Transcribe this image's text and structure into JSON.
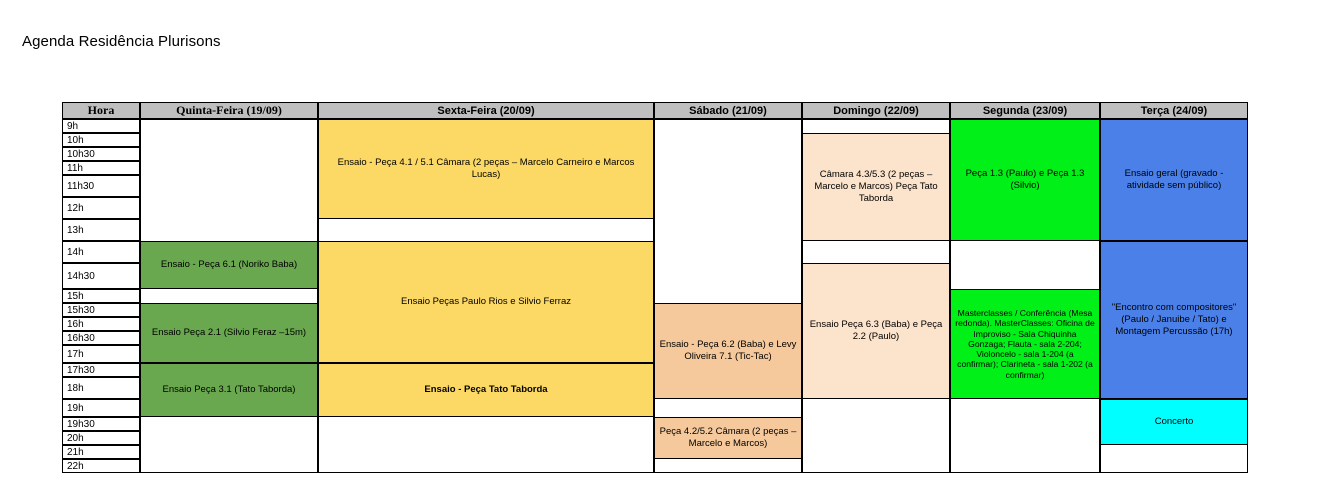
{
  "page": {
    "title": "Agenda Residência Plurisons"
  },
  "table": {
    "hour_header": "Hora",
    "columns": [
      {
        "label": "Quinta-Feira (19/09)",
        "key": "quinta"
      },
      {
        "label": "Sexta-Feira (20/09)",
        "key": "sexta"
      },
      {
        "label": "Sábado (21/09)",
        "key": "sabado"
      },
      {
        "label": "Domingo (22/09)",
        "key": "domingo"
      },
      {
        "label": "Segunda (23/09)",
        "key": "segunda"
      },
      {
        "label": "Terça (24/09)",
        "key": "terca"
      }
    ],
    "hours": [
      "9h",
      "10h",
      "10h30",
      "11h",
      "11h30",
      "12h",
      "13h",
      "14h",
      "14h30",
      "15h",
      "15h30",
      "16h",
      "16h30",
      "17h",
      "17h30",
      "18h",
      "19h",
      "19h30",
      "20h",
      "21h",
      "22h"
    ],
    "events": [
      {
        "column": "quinta",
        "text": "Ensaio - Peça 6.1 (Noriko Baba)",
        "start_hour": "14h",
        "end_hour": "14h30",
        "color": "#6AA84F"
      },
      {
        "column": "quinta",
        "text": "Ensaio Peça 2.1 (Silvio Feraz –15m)",
        "start_hour": "15h30",
        "end_hour": "17h",
        "color": "#6AA84F"
      },
      {
        "column": "quinta",
        "text": "Ensaio Peça 3.1 (Tato Taborda)",
        "start_hour": "17h30",
        "end_hour": "19h",
        "color": "#6AA84F"
      },
      {
        "column": "sexta",
        "text": "Ensaio - Peça 4.1 / 5.1 Câmara (2 peças – Marcelo Carneiro e Marcos Lucas)",
        "start_hour": "9h",
        "end_hour": "12h",
        "color": "#FCD965"
      },
      {
        "column": "sexta",
        "text": "Ensaio Peças Paulo Rios e Silvio Ferraz",
        "start_hour": "14h",
        "end_hour": "17h",
        "color": "#FCD965"
      },
      {
        "column": "sexta",
        "text": "Ensaio - Peça Tato Taborda",
        "start_hour": "17h30",
        "end_hour": "19h",
        "color": "#FCD965",
        "bold": true
      },
      {
        "column": "sabado",
        "text": "Ensaio - Peça 6.2 (Baba) e Levy Oliveira 7.1 (Tic-Tac)",
        "start_hour": "15h30",
        "end_hour": "18h",
        "color": "#F5C99B"
      },
      {
        "column": "sabado",
        "text": "Peça 4.2/5.2 Câmara (2 peças – Marcelo e Marcos)",
        "start_hour": "19h30",
        "end_hour": "21h",
        "color": "#F5C99B"
      },
      {
        "column": "domingo",
        "text": "Câmara 4.3/5.3 (2 peças – Marcelo e Marcos) Peça Tato Taborda",
        "start_hour": "10h",
        "end_hour": "13h",
        "color": "#FCE3CB"
      },
      {
        "column": "domingo",
        "text": "Ensaio Peça 6.3 (Baba) e Peça 2.2 (Paulo)",
        "start_hour": "14h30",
        "end_hour": "18h",
        "color": "#FCE3CB"
      },
      {
        "column": "segunda",
        "text": "Peça 1.3 (Paulo) e Peça 1.3 (Silvio)",
        "start_hour": "9h",
        "end_hour": "13h",
        "color": "#00F018"
      },
      {
        "column": "segunda",
        "text": "Masterclasses / Conferência (Mesa redonda). MasterClasses: Oficina de Improviso - Sala Chiquinha Gonzaga; Flauta - sala 2-204; Violoncelo - sala 1-204 (a confirmar); Clarineta - sala 1-202 (a confirmar)",
        "start_hour": "15h",
        "end_hour": "18h",
        "color": "#00F018",
        "tiny": true
      },
      {
        "column": "terca",
        "text": "Ensaio geral (gravado - atividade sem público)",
        "start_hour": "9h",
        "end_hour": "13h",
        "color": "#4A80E8"
      },
      {
        "column": "terca",
        "text": "\"Encontro com compositores\" (Paulo / Januibe / Tato) e Montagem Percussão (17h)",
        "start_hour": "14h",
        "end_hour": "18h",
        "color": "#4A80E8"
      },
      {
        "column": "terca",
        "text": "Concerto",
        "start_hour": "19h",
        "end_hour": "20h",
        "color": "#00FFFF"
      }
    ]
  }
}
